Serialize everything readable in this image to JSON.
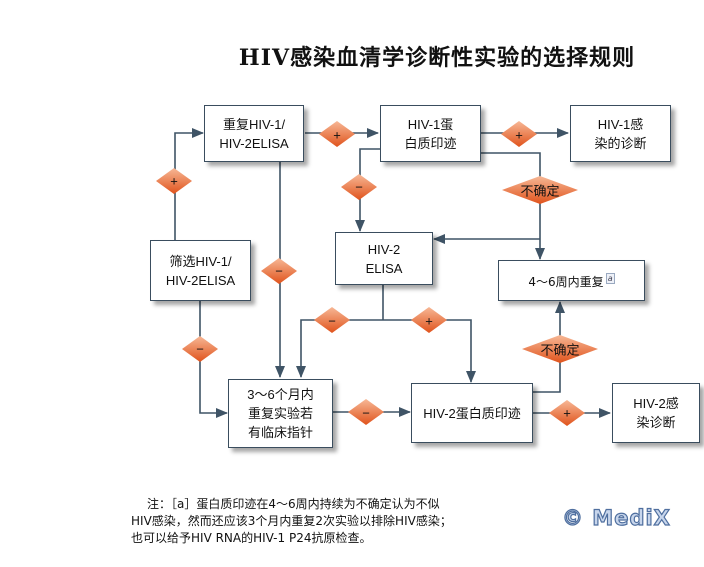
{
  "title": "HIV感染血清学诊断性实验的选择规则",
  "colors": {
    "line": "#3f5466",
    "diamond_top": "#f6b08e",
    "diamond_bottom": "#e0561f",
    "box_border": "#3a4d5e",
    "watermark": "#4f6f9f"
  },
  "boxes": {
    "repeat_elisa": "重复HIV-1/\nHIV-2ELISA",
    "hiv1_western_blot": "HIV-1蛋\n白质印迹",
    "hiv1_diagnosis": "HIV-1感\n染的诊断",
    "screen_elisa": "筛选HIV-1/\nHIV-2ELISA",
    "hiv2_elisa": "HIV-2\nELISA",
    "repeat_4_6_weeks": "4～6周内重复",
    "repeat_4_6_weeks_footnote": "a",
    "repeat_3_6_months": "3～6个月内\n重复实验若\n有临床指针",
    "hiv2_western_blot": "HIV-2蛋白质印迹",
    "hiv2_diagnosis": "HIV-2感\n染诊断"
  },
  "decisions": {
    "screen_positive": "+",
    "screen_negative": "−",
    "repeat_positive": "+",
    "repeat_negative": "−",
    "wb1_positive": "+",
    "wb1_negative": "−",
    "wb1_indeterminate": "不确定",
    "elisa2_negative": "−",
    "elisa2_positive": "+",
    "months_negative": "−",
    "wb2_positive": "+",
    "wb2_indeterminate": "不确定"
  },
  "note": {
    "line1": "注：［a］蛋白质印迹在4～6周内持续为不确定认为不似",
    "line2": "HIV感染，然而还应该3个月内重复2次实验以排除HIV感染；",
    "line3": "也可以给予HIV RNA的HIV-1  P24抗原检查。"
  },
  "watermark": "© MediX"
}
